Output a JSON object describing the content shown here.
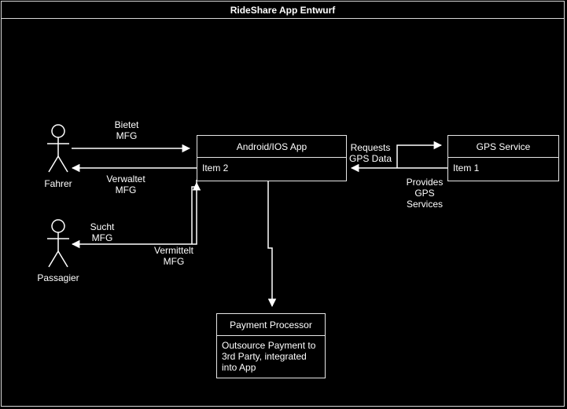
{
  "diagram": {
    "title": "RideShare App Entwurf",
    "actors": {
      "fahrer": "Fahrer",
      "passagier": "Passagier"
    },
    "nodes": {
      "app": {
        "title": "Android/IOS App",
        "body": "Item 2"
      },
      "gps": {
        "title": "GPS Service",
        "body": "Item 1"
      },
      "payment": {
        "title": "Payment Processor",
        "body": "Outsource Payment to 3rd Party, integrated into App"
      }
    },
    "edges": {
      "bietet": [
        "Bietet",
        "MFG"
      ],
      "verwaltet": [
        "Verwaltet",
        "MFG"
      ],
      "sucht": [
        "Sucht",
        "MFG"
      ],
      "vermittelt": [
        "Vermittelt",
        "MFG"
      ],
      "requests": [
        "Requests",
        "GPS Data"
      ],
      "provides": [
        "Provides",
        "GPS",
        "Services"
      ]
    }
  }
}
